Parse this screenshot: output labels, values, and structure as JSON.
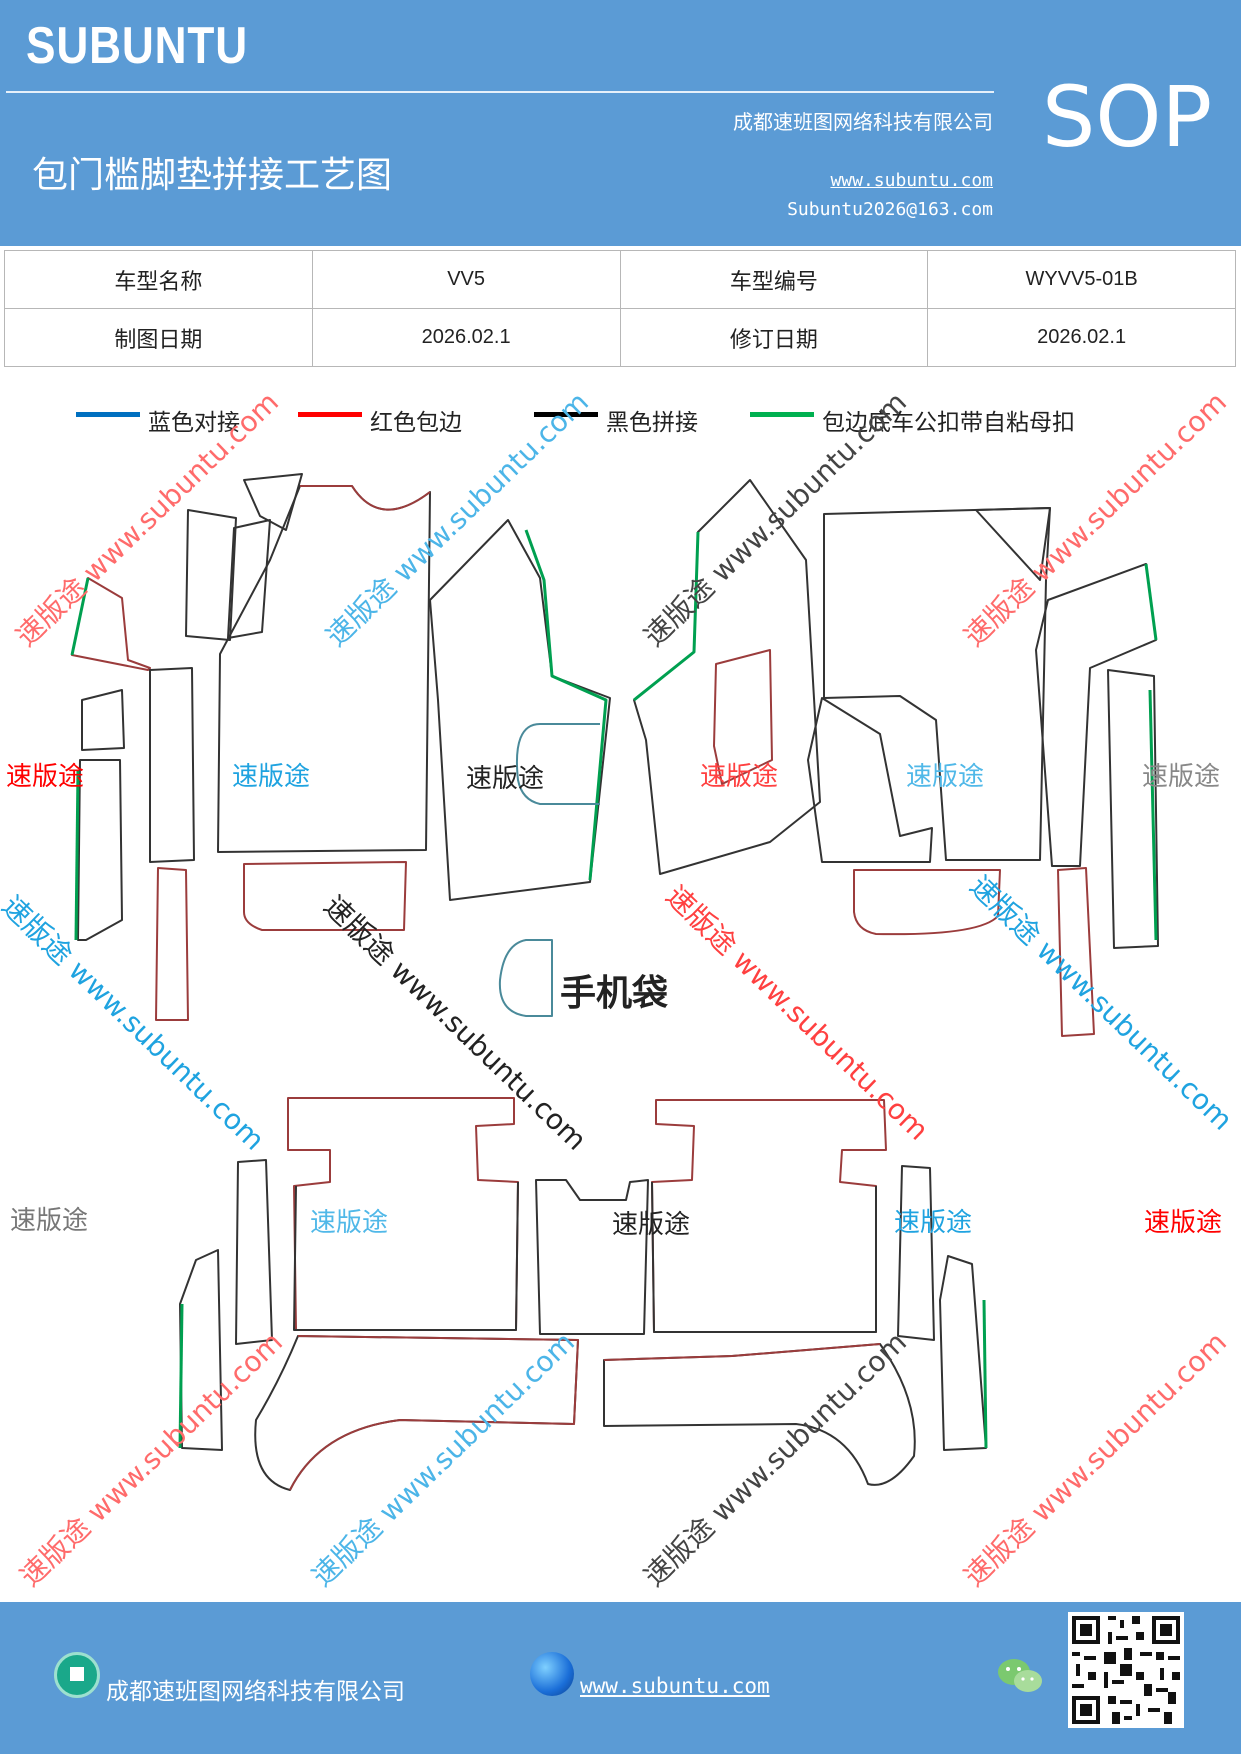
{
  "header": {
    "brand": "SUBUNTU",
    "company": "成都速班图网络科技有限公司",
    "title": "包门槛脚垫拼接工艺图",
    "website": "www.subuntu.com",
    "email": "Subuntu2026@163.com",
    "doc_type": "SOP",
    "background_color": "#5b9bd5"
  },
  "info_table": {
    "rows": [
      [
        {
          "label": "车型名称",
          "value": "VV5"
        },
        {
          "label": "车型编号",
          "value": "WYVV5-01B"
        }
      ],
      [
        {
          "label": "制图日期",
          "value": "2026.02.1"
        },
        {
          "label": "修订日期",
          "value": "2026.02.1"
        }
      ]
    ]
  },
  "legend": [
    {
      "label": "蓝色对接",
      "color": "#0070c0"
    },
    {
      "label": "红色包边",
      "color": "#ff0000"
    },
    {
      "label": "黑色拼接",
      "color": "#000000"
    },
    {
      "label": "包边底车公扣带自粘母扣",
      "color": "#00b050"
    }
  ],
  "diagram": {
    "phone_bag_label": "手机袋",
    "watermark_text": "速版途",
    "watermark_url": "www.subuntu.com",
    "watermark_full": "速版途 www.subuntu.com"
  },
  "footer": {
    "company": "成都速班图网络科技有限公司",
    "website": "www.subuntu.com",
    "icons": [
      "home-icon",
      "globe-icon",
      "wechat-icon",
      "qr-code"
    ]
  }
}
